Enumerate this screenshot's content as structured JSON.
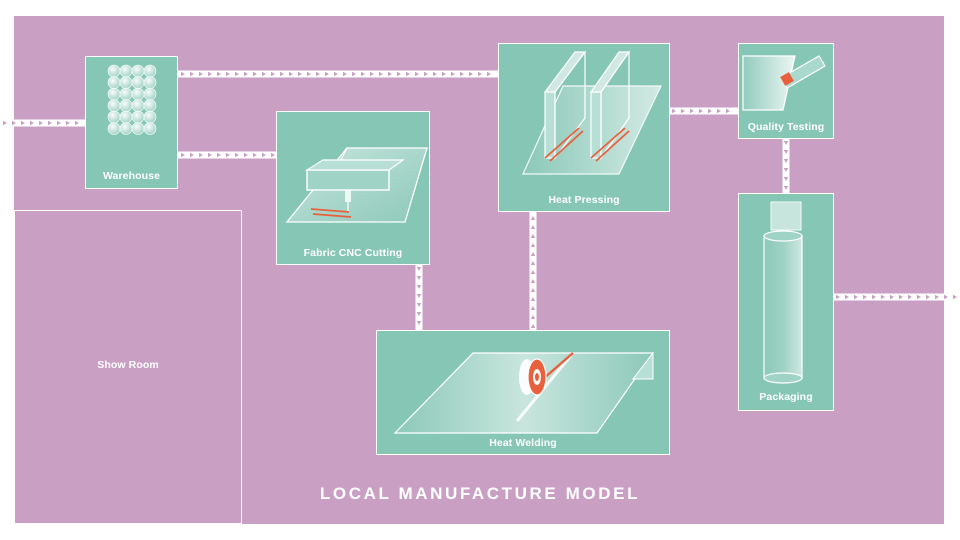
{
  "colors": {
    "background": "#c9a0c4",
    "station": "#86c6b5",
    "accent": "#e8603c",
    "line": "#ffffff"
  },
  "title": "LOCAL MANUFACTURE MODEL",
  "stations": {
    "warehouse": "Warehouse",
    "cnc": "Fabric CNC Cutting",
    "pressing": "Heat Pressing",
    "quality": "Quality Testing",
    "welding": "Heat Welding",
    "packaging": "Packaging",
    "showroom": "Show Room"
  },
  "icons": [
    "rolls-icon",
    "cnc-machine-icon",
    "heat-press-icon",
    "test-device-icon",
    "welding-roller-icon",
    "tube-icon"
  ]
}
